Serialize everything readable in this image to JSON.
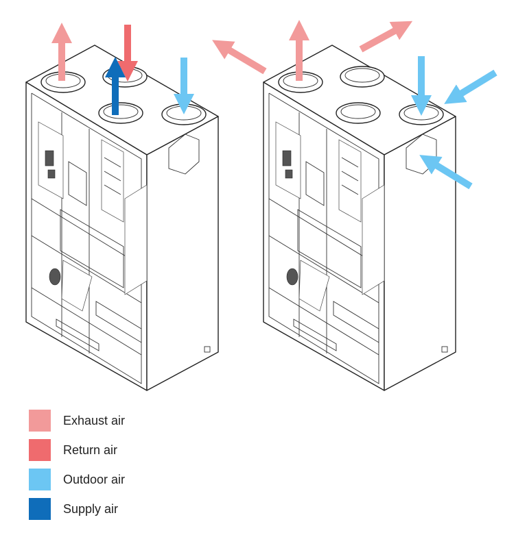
{
  "legend": {
    "items": [
      {
        "label": "Exhaust air",
        "color": "#f29a9a"
      },
      {
        "label": "Return air",
        "color": "#ef6b6e"
      },
      {
        "label": "Outdoor air",
        "color": "#6cc6f3"
      },
      {
        "label": "Supply air",
        "color": "#0f6dba"
      }
    ]
  }
}
